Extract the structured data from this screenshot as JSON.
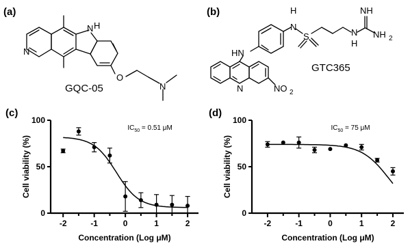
{
  "panels": {
    "a": {
      "label": "(a)",
      "compound": "GQC-05",
      "atoms": [
        "N",
        "N",
        "H",
        "O",
        "N"
      ]
    },
    "b": {
      "label": "(b)",
      "compound": "GTC365",
      "atoms": [
        "H",
        "N",
        "S",
        "NH",
        "N",
        "H",
        "NH",
        "2",
        "HN",
        "N",
        "NO",
        "2"
      ]
    },
    "c": {
      "label": "(c)"
    },
    "d": {
      "label": "(d)"
    }
  },
  "chart_data": [
    {
      "type": "scatter",
      "panel": "(c)",
      "xlabel": "Concentration (Log μM)",
      "ylabel": "Cell viability (%)",
      "xlim": [
        -2.4,
        2.35
      ],
      "ylim": [
        0,
        100
      ],
      "xticks": [
        "-2",
        "-1",
        "0",
        "1",
        "2"
      ],
      "yticks": [
        "0",
        "50",
        "100"
      ],
      "annotation": {
        "prefix": "IC",
        "sub": "50",
        "suffix": " = 0.51 μM"
      },
      "points": [
        {
          "x": -2.0,
          "y": 67,
          "err": 2
        },
        {
          "x": -1.5,
          "y": 88,
          "err": 4
        },
        {
          "x": -1.0,
          "y": 71,
          "err": 5
        },
        {
          "x": -0.5,
          "y": 62,
          "err": 8
        },
        {
          "x": 0.0,
          "y": 18,
          "err": 16
        },
        {
          "x": 0.5,
          "y": 14,
          "err": 8
        },
        {
          "x": 1.0,
          "y": 9,
          "err": 11
        },
        {
          "x": 1.5,
          "y": 9,
          "err": 10
        },
        {
          "x": 2.0,
          "y": 8,
          "err": 10
        }
      ],
      "fit": {
        "model": "sigmoid",
        "top": 82,
        "bottom": 6,
        "logIC50": -0.29,
        "hill": 1.2
      }
    },
    {
      "type": "scatter",
      "panel": "(d)",
      "xlabel": "Concentration (Log μM)",
      "ylabel": "Cell viability (%)",
      "xlim": [
        -2.5,
        2.35
      ],
      "ylim": [
        0,
        100
      ],
      "xticks": [
        "-2",
        "-1",
        "0",
        "1",
        "2"
      ],
      "yticks": [
        "0",
        "50",
        "100"
      ],
      "annotation": {
        "prefix": "IC",
        "sub": "50",
        "suffix": " = 75 μM"
      },
      "points": [
        {
          "x": -2.0,
          "y": 74,
          "err": 3
        },
        {
          "x": -1.5,
          "y": 76,
          "err": 0
        },
        {
          "x": -1.0,
          "y": 76,
          "err": 6
        },
        {
          "x": -0.5,
          "y": 68,
          "err": 3
        },
        {
          "x": 0.0,
          "y": 69,
          "err": 0
        },
        {
          "x": 0.5,
          "y": 73,
          "err": 0
        },
        {
          "x": 1.0,
          "y": 71,
          "err": 3
        },
        {
          "x": 1.5,
          "y": 57,
          "err": 2
        },
        {
          "x": 2.0,
          "y": 45,
          "err": 4
        }
      ],
      "fit": {
        "model": "sigmoid",
        "top": 74,
        "bottom": 0,
        "logIC50": 1.88,
        "hill": 1.0
      }
    }
  ]
}
